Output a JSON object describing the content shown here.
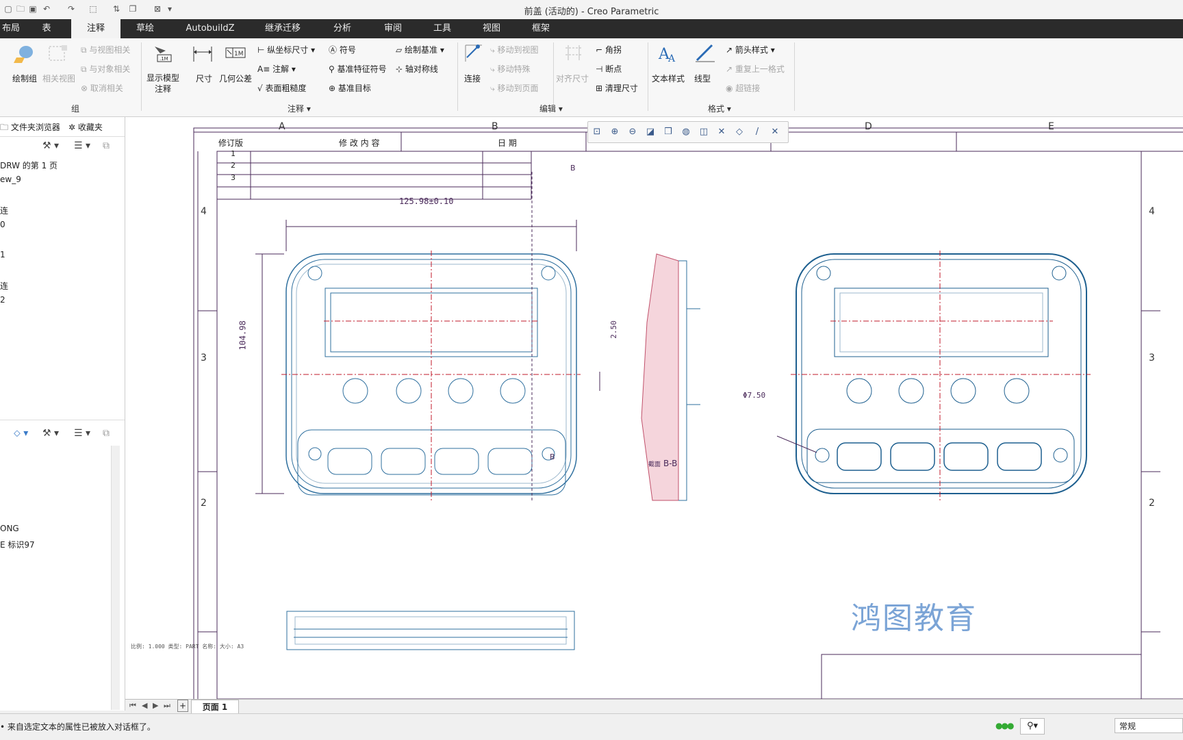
{
  "window": {
    "title": "前盖 (活动的) - Creo Parametric"
  },
  "tabs": [
    "布局",
    "表",
    "注释",
    "草绘",
    "AutobuildZ",
    "继承迁移",
    "分析",
    "审阅",
    "工具",
    "视图",
    "框架"
  ],
  "ribbon": {
    "group1": {
      "draw_group": "绘制组",
      "related_view": "相关视图",
      "relate_to_view": "与视图相关",
      "relate_to_object": "与对象相关",
      "cancel_relate": "取消相关",
      "label": "组"
    },
    "annotation": {
      "show_model_annotation": "显示模型注释",
      "dimension": "尺寸",
      "geometric_tolerance": "几何公差",
      "ordinate_dimension": "纵坐标尺寸",
      "note": "注解",
      "surface_finish": "表面粗糙度",
      "symbol": "符号",
      "datum_feature_symbol": "基准特征符号",
      "datum_target": "基准目标",
      "draw_datum": "绘制基准",
      "axis_symmetry": "轴对称线",
      "label": "注释"
    },
    "edit": {
      "connect": "连接",
      "move_to_view": "移动到视图",
      "move_special": "移动特殊",
      "move_to_page": "移动到页面",
      "align_dimension": "对齐尺寸",
      "corner": "角拐",
      "breakpoint": "断点",
      "clean_dimension": "清理尺寸",
      "label": "编辑"
    },
    "format": {
      "text_style": "文本样式",
      "line_style": "线型",
      "arrow_style": "箭头样式",
      "repeat_last_format": "重复上一格式",
      "hyperlink": "超链接",
      "label": "格式"
    }
  },
  "left_panel": {
    "tabs": [
      "文件夹浏览器",
      "收藏夹"
    ],
    "tree": [
      "DRW 的第 1 页",
      "ew_9",
      "连",
      "0",
      "1",
      "连",
      "2"
    ],
    "lower": [
      "ONG",
      "E 标识97"
    ]
  },
  "drawing": {
    "zones_top": [
      "A",
      "B",
      "D",
      "E"
    ],
    "zones_side": [
      "4",
      "3",
      "2"
    ],
    "revision_table": {
      "headers": [
        "修订版",
        "修 改 内 容",
        "日  期"
      ],
      "rows": [
        "1",
        "2",
        "3"
      ]
    },
    "dims": {
      "width": "125.98±0.10",
      "height": "104.98",
      "small": "2.50",
      "diameter": "Φ7.50",
      "section_label": "B",
      "section_name": "截面",
      "section_id": "B-B"
    },
    "watermark": "鸿图教育",
    "bottom_info": "比例: 1.000   类型: PART   名称:    大小: A3"
  },
  "page_tab": "页面 1",
  "status": {
    "message": "来自选定文本的属性已被放入对话框了。",
    "mode": "常规"
  }
}
